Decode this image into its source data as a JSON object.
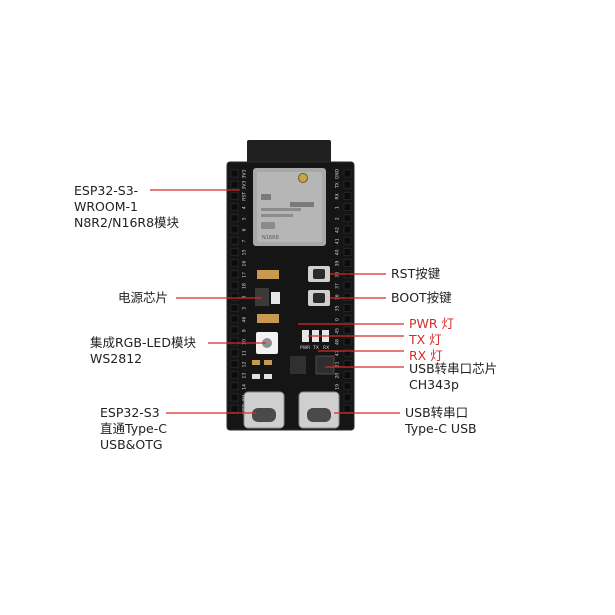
{
  "colors": {
    "pcb": "#151515",
    "pcb_edge": "#2a2a2a",
    "pin": "#0c0c0c",
    "silk": "#d8d8d8",
    "module_shield": "#a8a8a8",
    "antenna": "#202020",
    "leader": "#d62a2a",
    "label_text": "#222222",
    "label_red": "#d62a2a",
    "usb_metal": "#c8c8c8",
    "led_pad": "#e6e6e6"
  },
  "callouts_left": {
    "module": {
      "lines": [
        "ESP32-S3-",
        "WROOM-1",
        "N8R2/N16R8模块"
      ]
    },
    "power_chip": {
      "lines": [
        "电源芯片"
      ]
    },
    "rgb_led": {
      "lines": [
        "集成RGB-LED模块",
        "WS2812"
      ]
    },
    "usb_otg": {
      "lines": [
        "ESP32-S3",
        "直通Type-C",
        "USB&OTG"
      ]
    }
  },
  "callouts_right": {
    "rst": {
      "lines": [
        "RST按键"
      ]
    },
    "boot": {
      "lines": [
        "BOOT按键"
      ]
    },
    "leds": {
      "lines": [
        "PWR 灯",
        "TX 灯",
        "RX 灯"
      ]
    },
    "uart_chip": {
      "lines": [
        "USB转串口芯片",
        "CH343p"
      ]
    },
    "uart_usb": {
      "lines": [
        "USB转串口",
        "Type-C USB"
      ]
    }
  },
  "board": {
    "module_marking": "N16R8",
    "left_pins": [
      "3V3",
      "3V3",
      "RST",
      "4",
      "5",
      "6",
      "7",
      "15",
      "16",
      "17",
      "18",
      "8",
      "3",
      "46",
      "9",
      "10",
      "11",
      "12",
      "13",
      "14",
      "5V",
      "GND"
    ],
    "right_pins": [
      "GND",
      "TX",
      "RX",
      "1",
      "2",
      "42",
      "41",
      "40",
      "39",
      "38",
      "37",
      "36",
      "35",
      "0",
      "45",
      "48",
      "47",
      "21",
      "20",
      "19",
      "GND",
      "GND"
    ],
    "led_labels": [
      "PWR",
      "TX",
      "RX"
    ]
  }
}
